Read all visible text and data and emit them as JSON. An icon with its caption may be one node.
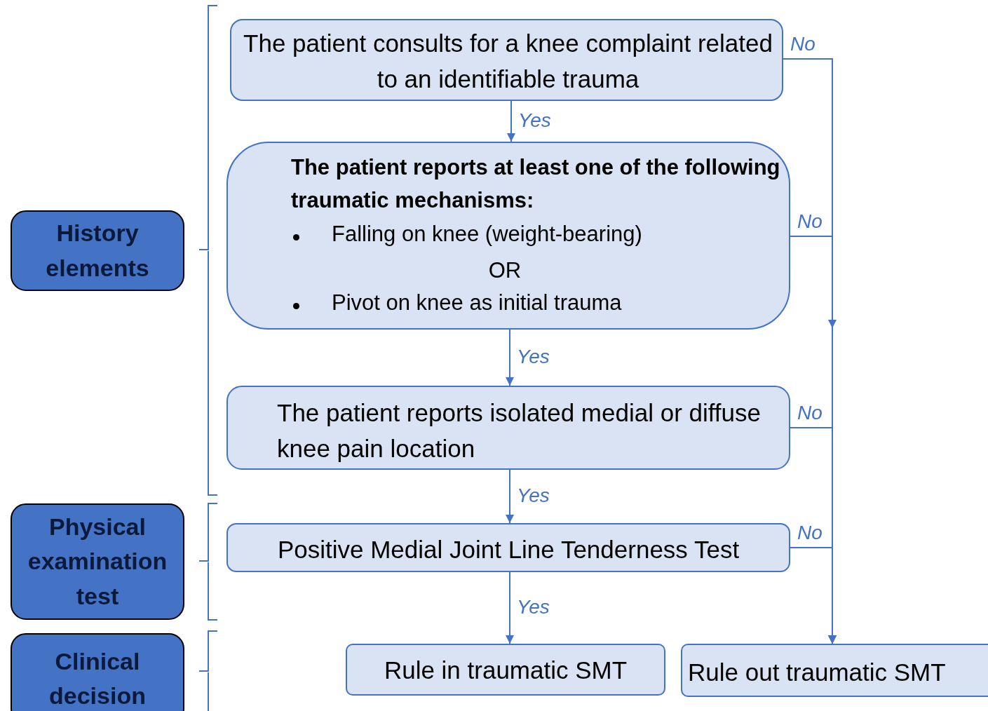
{
  "diagram": {
    "nodes": [
      {
        "text": [
          "History elements"
        ]
      },
      {
        "text": [
          "Physical examination test"
        ]
      },
      {
        "text": [
          "Clinical decision"
        ]
      },
      {
        "text": [
          "The patient consults for a knee complaint related to an identifiable trauma"
        ]
      },
      {
        "text": [
          "The patient reports at least one of the following traumatic mechanisms:",
          "Falling on knee (weight-bearing)",
          "OR",
          "Pivot on knee as initial trauma"
        ]
      },
      {
        "text": [
          "The patient reports isolated medial or diffuse knee pain location"
        ]
      },
      {
        "text": [
          "Positive Medial Joint Line Tenderness Test"
        ]
      },
      {
        "text": [
          "Rule in traumatic SMT"
        ]
      },
      {
        "text": [
          "Rule out traumatic SMT"
        ]
      }
    ],
    "edges": [
      {
        "from": 3,
        "to": 4,
        "arrow": "to",
        "label": "Yes"
      },
      {
        "from": 4,
        "to": 5,
        "arrow": "to",
        "label": "Yes"
      },
      {
        "from": 5,
        "to": 6,
        "arrow": "to",
        "label": "Yes"
      },
      {
        "from": 6,
        "to": 7,
        "arrow": "to",
        "label": "Yes"
      },
      {
        "from": 3,
        "to": 8,
        "arrow": "to",
        "label": "No"
      },
      {
        "from": 4,
        "to": 8,
        "arrow": "to",
        "label": "No"
      },
      {
        "from": 5,
        "to": 8,
        "arrow": "to",
        "label": "No"
      },
      {
        "from": 6,
        "to": 8,
        "arrow": "to",
        "label": "No"
      }
    ]
  }
}
